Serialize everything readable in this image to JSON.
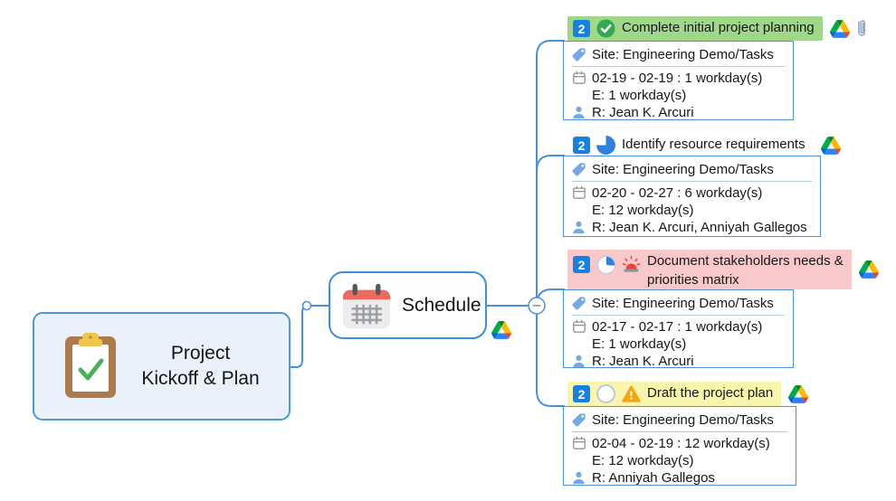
{
  "app": {
    "background_color": "#ffffff",
    "line_color": "#4a90d9",
    "badge_color": "#1780e3",
    "icons": [
      "collapse-minus-button",
      "connection-point-dot"
    ]
  },
  "root": {
    "title": "Project\nKickoff & Plan",
    "icon": "clipboard-emoji"
  },
  "schedule": {
    "label": "Schedule",
    "icon": "calendar-emoji",
    "attachment_icon": "google-drive-icon",
    "collapse_symbol": "−"
  },
  "tasks": [
    {
      "priority": "2",
      "progress_icon": "progress-100-done-icon",
      "title": "Complete initial project planning",
      "highlight_color": "#a0d88a",
      "attachment_icons": [
        "google-drive-icon",
        "paperclip-icon"
      ],
      "site": "Site: Engineering Demo/Tasks",
      "dates": "02-19 - 02-19 : 1 workday(s)",
      "effort": "E: 1 workday(s)",
      "resources": "R: Jean K. Arcuri"
    },
    {
      "priority": "2",
      "progress_icon": "progress-75-icon",
      "title": "Identify resource requirements",
      "highlight_color": "transparent",
      "attachment_icons": [
        "google-drive-icon"
      ],
      "site": "Site: Engineering Demo/Tasks",
      "dates": "02-20 - 02-27 : 6 workday(s)",
      "effort": "E: 12 workday(s)",
      "resources": "R: Jean K. Arcuri, Anniyah Gallegos"
    },
    {
      "priority": "2",
      "progress_icon": "progress-25-icon",
      "extra_icon": "alarm-light-icon",
      "title": "Document stakeholders needs &\npriorities matrix",
      "highlight_color": "#f9c8ca",
      "attachment_icons": [
        "google-drive-icon"
      ],
      "site": "Site: Engineering Demo/Tasks",
      "dates": "02-17 - 02-17 : 1 workday(s)",
      "effort": "E: 1 workday(s)",
      "resources": "R: Jean K. Arcuri"
    },
    {
      "priority": "2",
      "progress_icon": "progress-0-icon",
      "extra_icon": "warning-icon",
      "title": "Draft the project plan",
      "highlight_color": "#faf5ad",
      "attachment_icons": [
        "google-drive-icon"
      ],
      "site": "Site: Engineering Demo/Tasks",
      "dates": "02-04 - 02-19 : 12 workday(s)",
      "effort": "E: 12 workday(s)",
      "resources": "R: Anniyah Gallegos"
    }
  ]
}
